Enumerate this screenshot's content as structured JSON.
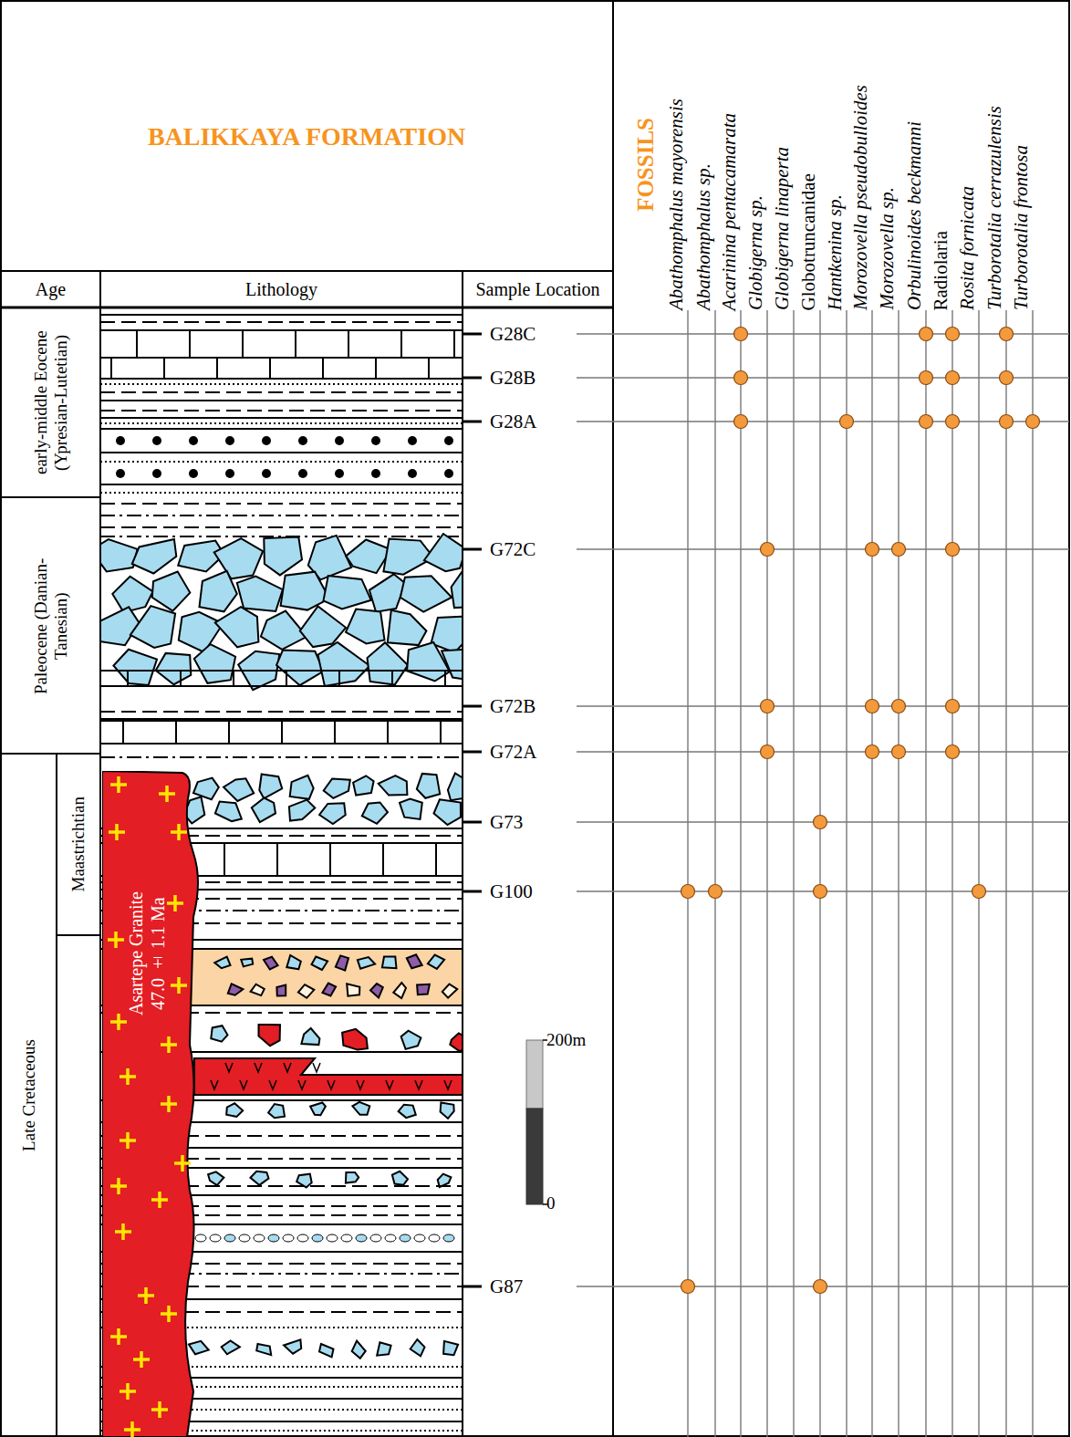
{
  "diagram": {
    "title": "BALIKKAYA FORMATION",
    "nodes": [
      {
        "text": [
          "Asartepe Granite",
          "47.0 ± 1.1 Ma"
        ]
      }
    ],
    "labels": [
      "FOSSILS",
      "Age",
      "Lithology",
      "Sample Location",
      "Abathomphalus mayorensis",
      "Abathomphalus sp.",
      "Acarinina pentacamarata",
      "Globigerna sp.",
      "Globigerna linaperta",
      "Globotruncanidae",
      "Hantkenina sp.",
      "Morozovella pseudobulloides",
      "Morozovella sp.",
      "Orbulinoides beckmanni",
      "Radiolaria",
      "Rosita fornicata",
      "Turborotalia cerrazulensis",
      "Turborotalia frontosa",
      "early-middle Eocene (Ypresian-Lutetian)",
      "Paleocene (Danian-Tanesian)",
      "Maastrichtian",
      "Late Cretaceous",
      "G28C",
      "G28B",
      "G28A",
      "G72C",
      "G72B",
      "G72A",
      "G73",
      "G100",
      "G87",
      "200m",
      "0"
    ]
  }
}
